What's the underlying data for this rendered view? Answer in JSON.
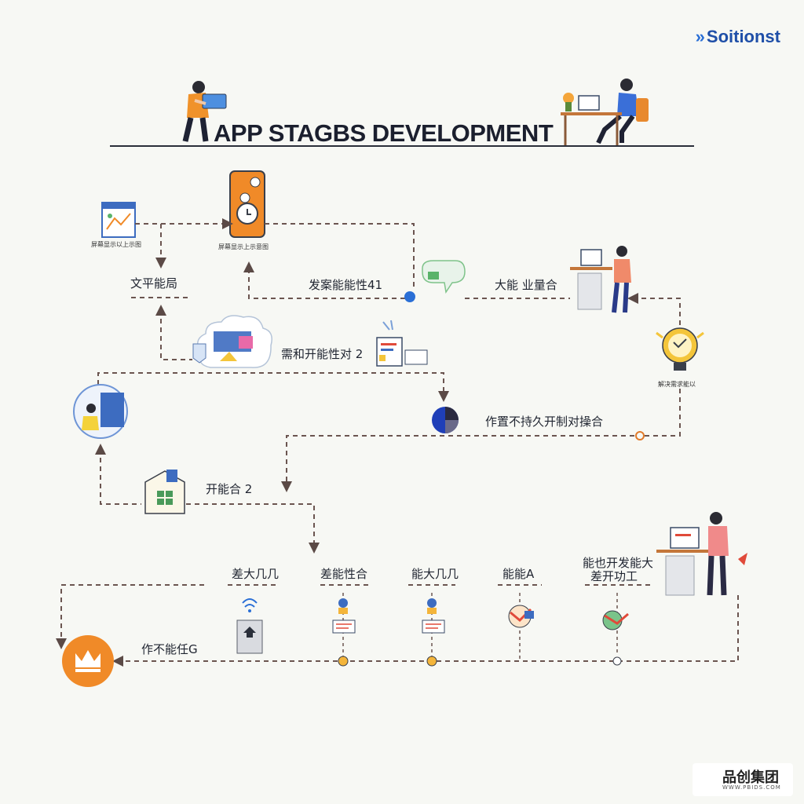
{
  "brand": {
    "name": "Soitionst",
    "mark": "»"
  },
  "title": "APP STAGBS DEVELOPMENT",
  "footer": {
    "name": "品创集团",
    "url": "WWW.PBIDS.COM"
  },
  "row1": {
    "left_caption": "屏幕显示以上示图",
    "phone_caption": "屏幕显示上示意图",
    "node1": "文平能局",
    "node2": "发案能能性41",
    "node3": "大能 业量合"
  },
  "row2": {
    "node": "需和开能性对 2",
    "bulb_caption": "解决需求能以",
    "node_right": "作置不持久开制对操合"
  },
  "row3": {
    "node": "开能合 2"
  },
  "row4": {
    "items": [
      "差大几几",
      "差能性合",
      "能大几几",
      "能能A"
    ],
    "right_line1": "能也开发能大",
    "right_line2": "差开功工"
  },
  "end": {
    "label": "作不能任G"
  },
  "colors": {
    "accent": "#f08a28",
    "dark": "#3a3f4a",
    "blue": "#2a6fd6",
    "line": "#6b5550"
  }
}
